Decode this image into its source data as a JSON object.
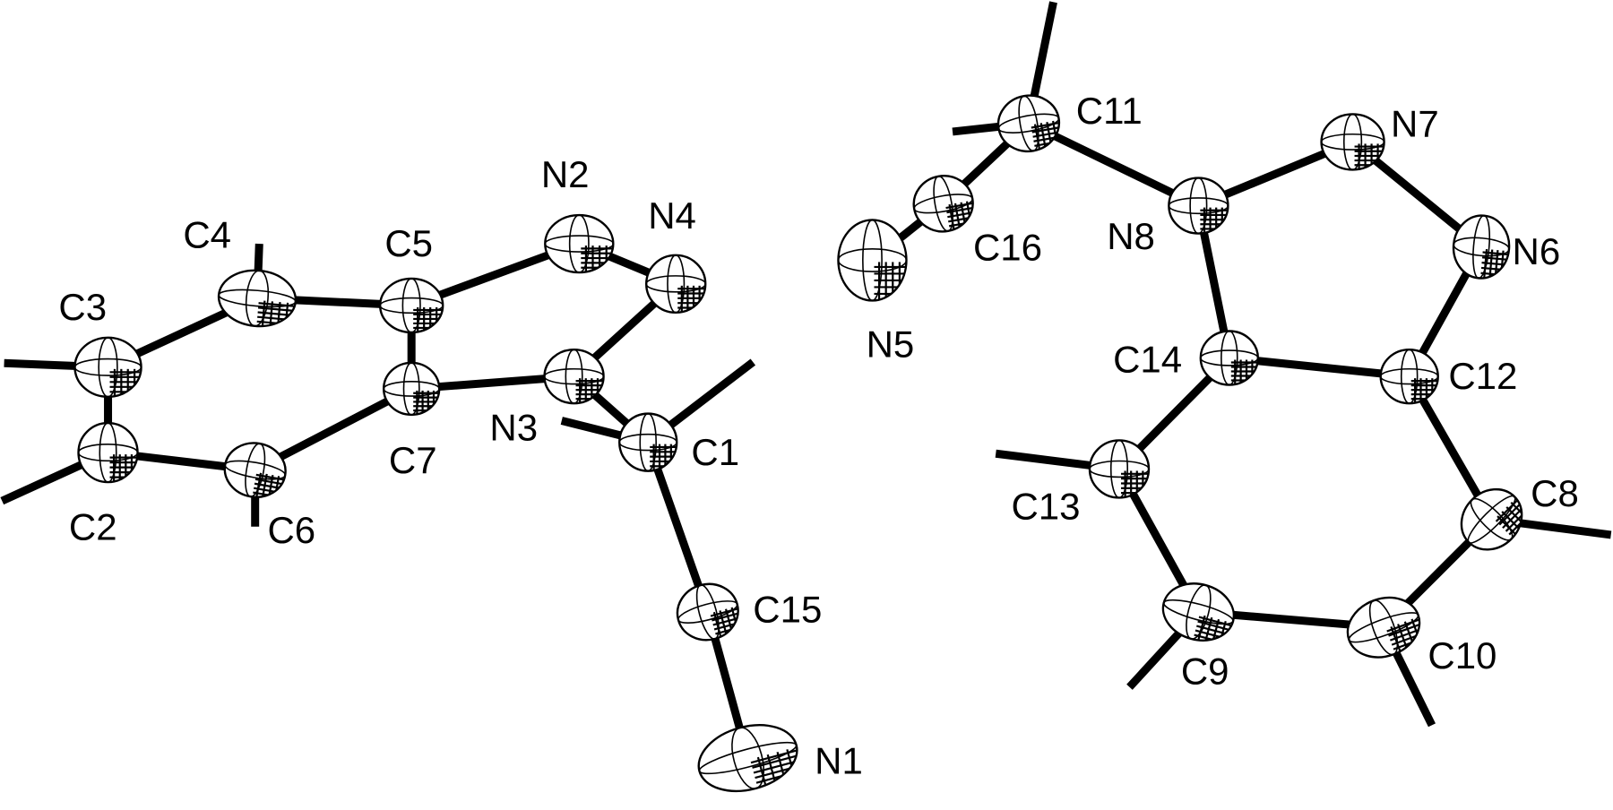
{
  "atoms": [
    {
      "id": "C1",
      "label": "C1"
    },
    {
      "id": "C2",
      "label": "C2"
    },
    {
      "id": "C3",
      "label": "C3"
    },
    {
      "id": "C4",
      "label": "C4"
    },
    {
      "id": "C5",
      "label": "C5"
    },
    {
      "id": "C6",
      "label": "C6"
    },
    {
      "id": "C7",
      "label": "C7"
    },
    {
      "id": "C8",
      "label": "C8"
    },
    {
      "id": "C9",
      "label": "C9"
    },
    {
      "id": "C10",
      "label": "C10"
    },
    {
      "id": "C11",
      "label": "C11"
    },
    {
      "id": "C12",
      "label": "C12"
    },
    {
      "id": "C13",
      "label": "C13"
    },
    {
      "id": "C14",
      "label": "C14"
    },
    {
      "id": "C15",
      "label": "C15"
    },
    {
      "id": "C16",
      "label": "C16"
    },
    {
      "id": "N1",
      "label": "N1"
    },
    {
      "id": "N2",
      "label": "N2"
    },
    {
      "id": "N3",
      "label": "N3"
    },
    {
      "id": "N4",
      "label": "N4"
    },
    {
      "id": "N5",
      "label": "N5"
    },
    {
      "id": "N6",
      "label": "N6"
    },
    {
      "id": "N7",
      "label": "N7"
    },
    {
      "id": "N8",
      "label": "N8"
    }
  ],
  "bonds": [
    [
      "C3",
      "C4"
    ],
    [
      "C4",
      "C5"
    ],
    [
      "C5",
      "C7"
    ],
    [
      "C7",
      "C6"
    ],
    [
      "C6",
      "C2"
    ],
    [
      "C2",
      "C3"
    ],
    [
      "C5",
      "N2"
    ],
    [
      "N2",
      "N4"
    ],
    [
      "N4",
      "N3"
    ],
    [
      "N3",
      "C7"
    ],
    [
      "N3",
      "C1"
    ],
    [
      "C1",
      "C15"
    ],
    [
      "C15",
      "N1"
    ],
    [
      "C11",
      "N8"
    ],
    [
      "N8",
      "N7"
    ],
    [
      "N7",
      "N6"
    ],
    [
      "N6",
      "C12"
    ],
    [
      "C12",
      "C14"
    ],
    [
      "C14",
      "N8"
    ],
    [
      "C14",
      "C13"
    ],
    [
      "C13",
      "C9"
    ],
    [
      "C9",
      "C10"
    ],
    [
      "C10",
      "C8"
    ],
    [
      "C8",
      "C12"
    ],
    [
      "C11",
      "C16"
    ],
    [
      "C16",
      "N5"
    ]
  ],
  "hydrogens": [
    "C1",
    "C1",
    "C2",
    "C3",
    "C4",
    "C6",
    "C8",
    "C9",
    "C10",
    "C11",
    "C11",
    "C13"
  ]
}
